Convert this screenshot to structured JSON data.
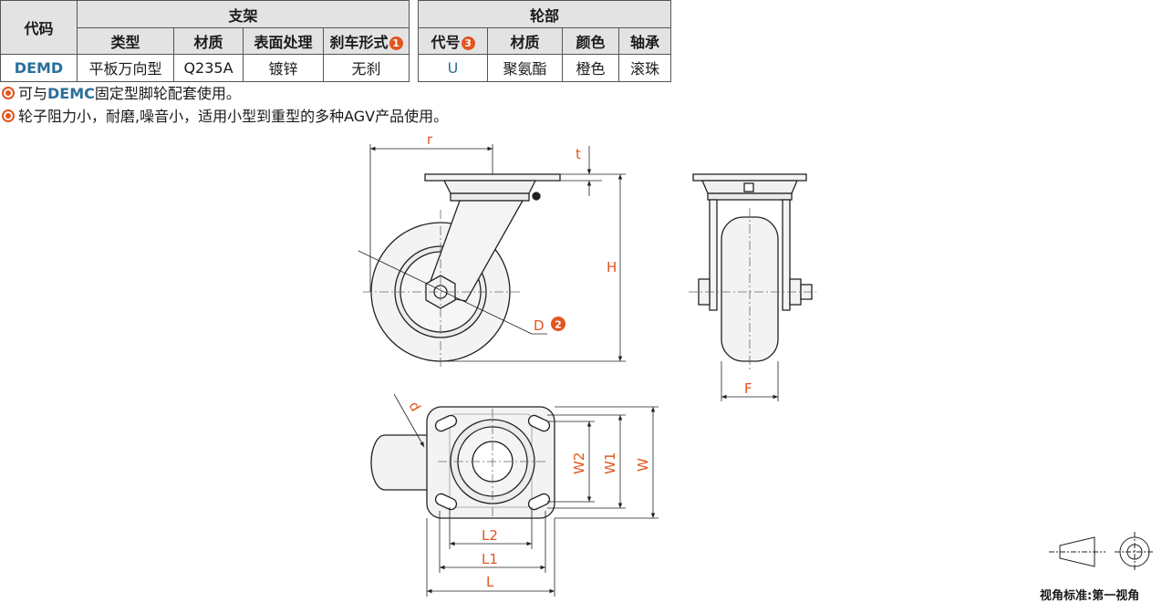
{
  "table": {
    "header_code": "代码",
    "header_bracket": "支架",
    "header_wheel": "轮部",
    "sub_type": "类型",
    "sub_material": "材质",
    "sub_surface": "表面处理",
    "sub_brake": "刹车形式",
    "sub_wheel_code": "代号",
    "sub_wheel_material": "材质",
    "sub_color": "颜色",
    "sub_bearing": "轴承",
    "badge_1": "1",
    "badge_3": "3",
    "row": {
      "code": "DEMD",
      "type": "平板万向型",
      "material": "Q235A",
      "surface": "镀锌",
      "brake": "无刹",
      "wheel_code": "U",
      "wheel_material": "聚氨酯",
      "color": "橙色",
      "bearing": "滚珠"
    }
  },
  "notes": {
    "note1_prefix": "可与",
    "note1_highlight": "DEMC",
    "note1_suffix": "固定型脚轮配套使用。",
    "note2": "轮子阻力小，耐磨,噪音小，适用小型到重型的多种AGV产品使用。"
  },
  "dims": {
    "r": "r",
    "t": "t",
    "H": "H",
    "D": "D",
    "D_badge": "2",
    "F": "F",
    "d": "d",
    "W2": "W2",
    "W1": "W1",
    "W": "W",
    "L2": "L2",
    "L1": "L1",
    "L": "L"
  },
  "footer": {
    "projection": "视角标准:第一视角"
  },
  "colors": {
    "accent": "#e0561e",
    "code_blue": "#2a6f9c",
    "header_bg": "#e3e3e3"
  }
}
